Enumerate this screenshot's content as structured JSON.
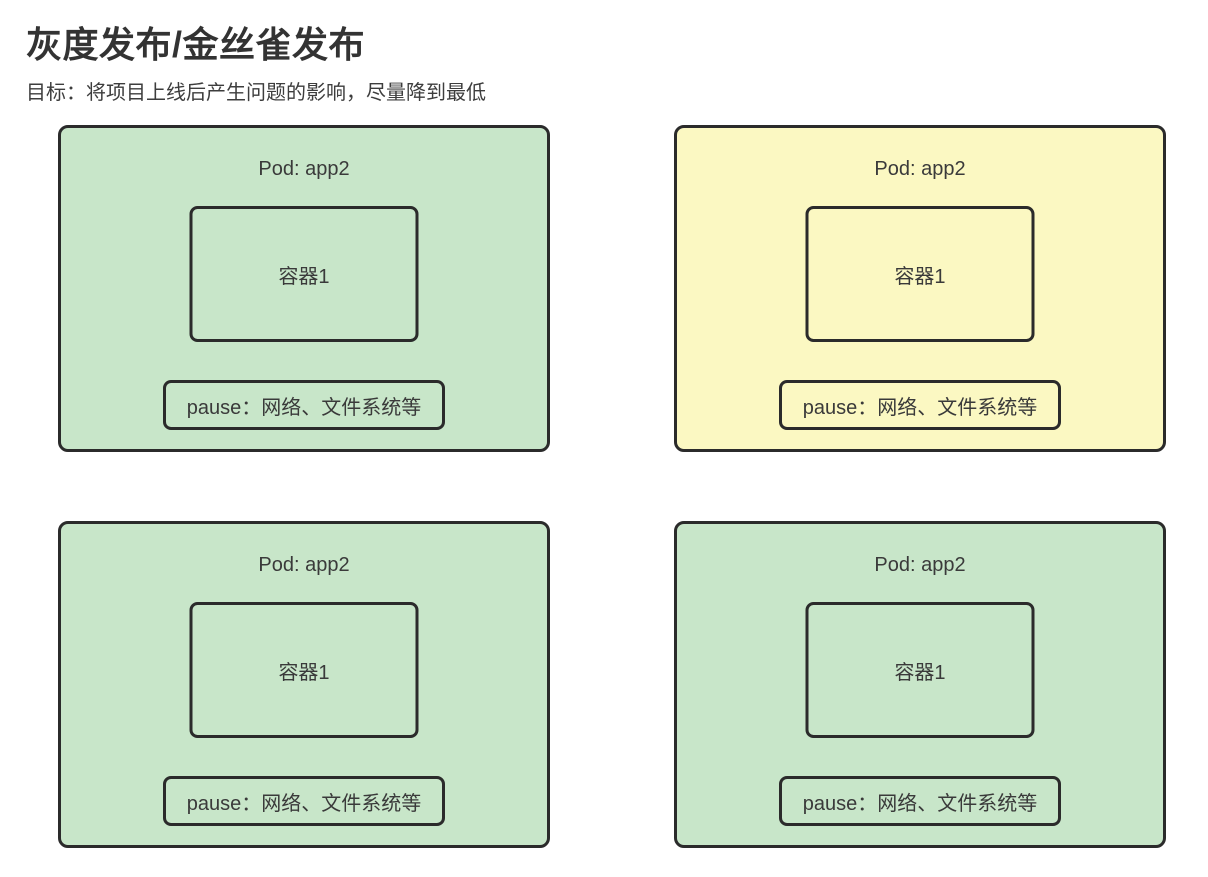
{
  "header": {
    "title": "灰度发布/金丝雀发布",
    "subtitle": "目标：将项目上线后产生问题的影响，尽量降到最低"
  },
  "colors": {
    "pod_green": "#c8e6c9",
    "pod_yellow": "#fbf8c2",
    "stroke": "#2b2b2b",
    "text": "#333333"
  },
  "pods": [
    {
      "variant": "green",
      "title": "Pod: app2",
      "container_label": "容器1",
      "pause_label": "pause：网络、文件系统等"
    },
    {
      "variant": "yellow",
      "title": "Pod: app2",
      "container_label": "容器1",
      "pause_label": "pause：网络、文件系统等"
    },
    {
      "variant": "green",
      "title": "Pod: app2",
      "container_label": "容器1",
      "pause_label": "pause：网络、文件系统等"
    },
    {
      "variant": "green",
      "title": "Pod: app2",
      "container_label": "容器1",
      "pause_label": "pause：网络、文件系统等"
    }
  ]
}
